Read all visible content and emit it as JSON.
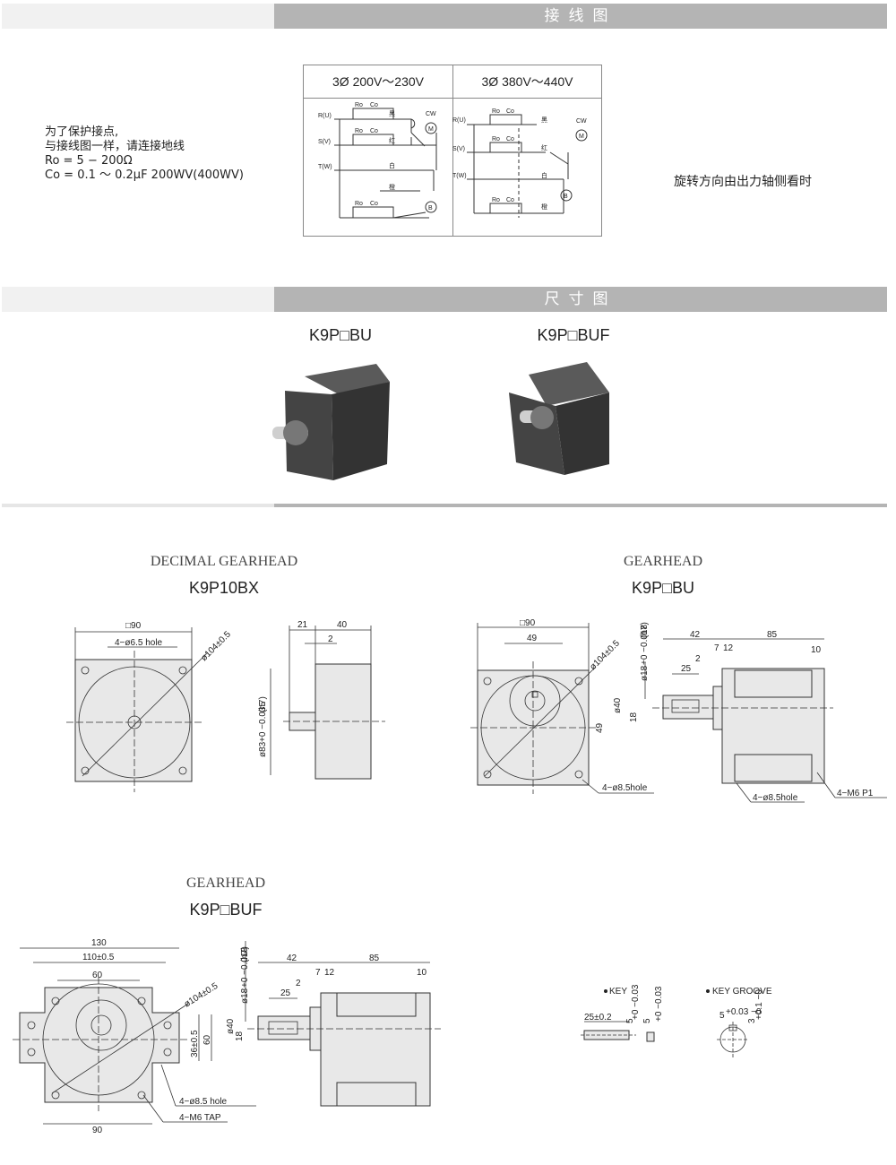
{
  "sections": {
    "wiring_title": "接线图",
    "dimension_title": "尺寸图"
  },
  "wiring": {
    "notes": [
      "为了保护接点,",
      "与接线图一样，请连接地线",
      "Ro = 5 − 200Ω",
      "Co = 0.1 ～ 0.2μF 200WV(400WV)"
    ],
    "rotation_note": "旋转方向由出力轴侧看时",
    "col_left": "3Ø  200V～230V",
    "col_right": "3Ø  380V～440V",
    "terminals": [
      "R(U)",
      "S(V)",
      "T(W)"
    ],
    "ro": "Ro",
    "co": "Co",
    "wire_black": "黑",
    "wire_red": "红",
    "wire_white": "白",
    "wire_orange": "橙",
    "cw": "CW",
    "motor": "M",
    "brake": "B"
  },
  "products": {
    "left_model": "K9P□BU",
    "right_model": "K9P□BUF"
  },
  "drawing1": {
    "title": "DECIMAL GEARHEAD",
    "model": "K9P10BX",
    "dim_square": "□90",
    "dim_hole": "4−ø6.5 hole",
    "dim_pcd": "ø104±0.5",
    "dim_21": "21",
    "dim_40": "40",
    "dim_2": "2",
    "dim_83": "ø83",
    "dim_83_tol": "+0 −0.035",
    "dim_83_fit": "(h7)"
  },
  "drawing2": {
    "title": "GEARHEAD",
    "model": "K9P□BU",
    "dim_square": "□90",
    "dim_49": "49",
    "dim_pcd": "ø104±0.5",
    "dim_shaft": "ø18",
    "dim_shaft_tol": "+0 −0.018",
    "dim_shaft_fit": "(h7)",
    "dim_40": "ø40",
    "dim_18": "18",
    "dim_49v": "49",
    "dim_42": "42",
    "dim_85": "85",
    "dim_7": "7",
    "dim_12": "12",
    "dim_2": "2",
    "dim_25": "25",
    "dim_10": "10",
    "hole1": "4−ø8.5hole",
    "hole2": "4−ø8.5hole",
    "tap": "4−M6 P1"
  },
  "drawing3": {
    "title": "GEARHEAD",
    "model": "K9P□BUF",
    "dim_130": "130",
    "dim_110": "110±0.5",
    "dim_60": "60",
    "dim_pcd": "ø104±0.5",
    "dim_36": "36±0.5",
    "dim_60v": "60",
    "dim_90": "90",
    "hole": "4−ø8.5  hole",
    "tap": "4−M6  TAP",
    "dim_shaft": "ø18",
    "dim_shaft_tol": "+0 −0.018",
    "dim_shaft_fit": "(h7)",
    "dim_40": "ø40",
    "dim_18": "18",
    "dim_42": "42",
    "dim_85": "85",
    "dim_7": "7",
    "dim_12": "12",
    "dim_2": "2",
    "dim_25": "25",
    "dim_10": "10"
  },
  "key": {
    "key_label": "KEY",
    "groove_label": "KEY  GROOVE",
    "key_len": "25±0.2",
    "key_w": "5",
    "key_w_tol": "+0 −0.03",
    "key_h": "5",
    "key_h_tol": "+0 −0.03",
    "groove_w": "5",
    "groove_w_tol": "+0.03 −0",
    "groove_d": "3",
    "groove_d_tol": "+0.1 −0"
  }
}
